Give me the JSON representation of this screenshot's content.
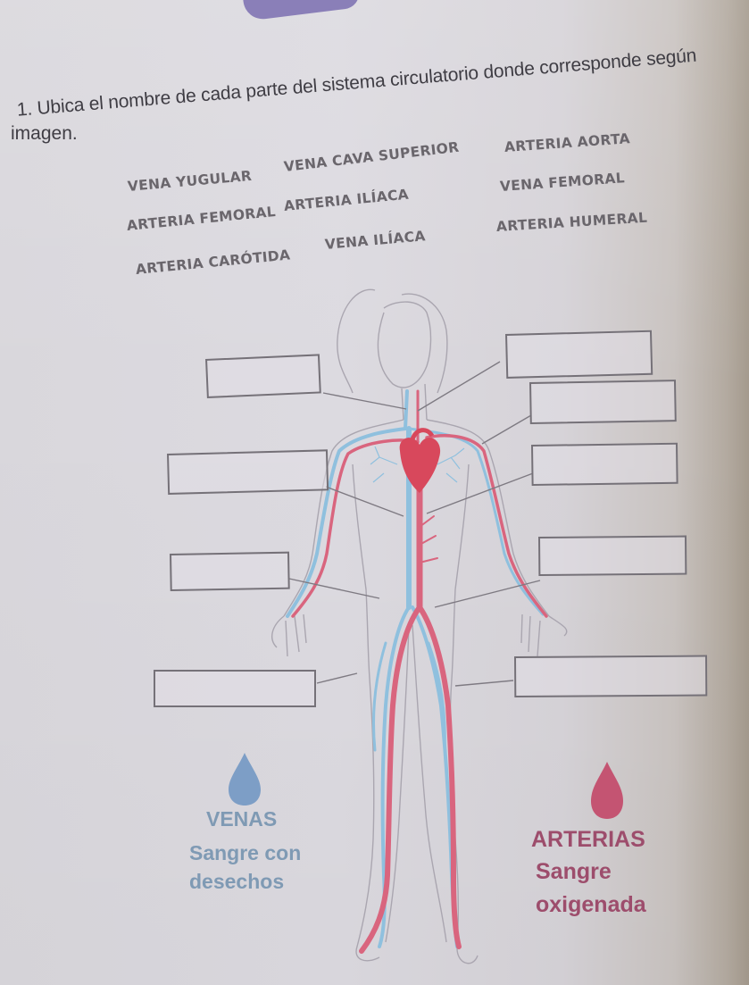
{
  "worksheet": {
    "instruction_line1": "1. Ubica el nombre de cada parte del sistema circulatorio donde corresponde según",
    "instruction_line2": "imagen."
  },
  "word_bank": [
    {
      "label": "VENA YUGULAR"
    },
    {
      "label": "VENA CAVA SUPERIOR"
    },
    {
      "label": "ARTERIA AORTA"
    },
    {
      "label": "ARTERIA FEMORAL"
    },
    {
      "label": "ARTERIA ILÍACA"
    },
    {
      "label": "VENA FEMORAL"
    },
    {
      "label": "ARTERIA CARÓTIDA"
    },
    {
      "label": "VENA ILÍACA"
    },
    {
      "label": "ARTERIA HUMERAL"
    }
  ],
  "answer_boxes": {
    "left": [
      {
        "position": "neck-left",
        "value": ""
      },
      {
        "position": "chest-left",
        "value": ""
      },
      {
        "position": "pelvis-left",
        "value": ""
      },
      {
        "position": "thigh-left",
        "value": ""
      }
    ],
    "right": [
      {
        "position": "neck-right",
        "value": ""
      },
      {
        "position": "shoulder-right",
        "value": ""
      },
      {
        "position": "arm-right",
        "value": ""
      },
      {
        "position": "pelvis-right",
        "value": ""
      },
      {
        "position": "thigh-right",
        "value": ""
      }
    ]
  },
  "legend": {
    "venas": {
      "title": "VENAS",
      "line1": "Sangre con",
      "line2": "desechos",
      "color": "#7f9ab4",
      "drop_color": "#7d9ec6"
    },
    "arterias": {
      "title": "ARTERIAS",
      "line1": "Sangre",
      "line2": "oxigenada",
      "color": "#9d4d6c",
      "drop_color": "#c45472"
    }
  },
  "figure": {
    "description": "human-body-circulatory-system",
    "vein_color": "#8fc0de",
    "artery_color": "#d9657e",
    "heart_color": "#d8485c",
    "outline_color": "#a8a4ae"
  }
}
